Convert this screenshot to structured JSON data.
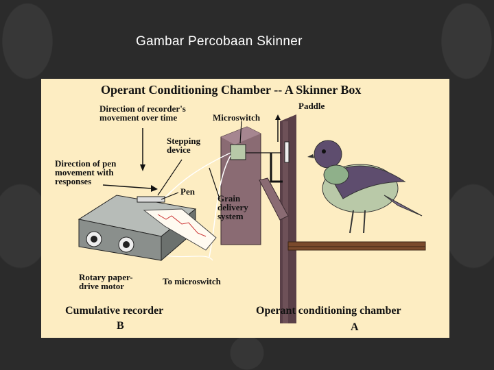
{
  "slide": {
    "title": "Gambar Percobaan Skinner"
  },
  "diagram": {
    "heading": "Operant Conditioning Chamber -- A Skinner Box",
    "labels": {
      "recorder_direction": "Direction of recorder's\nmovement over time",
      "microswitch": "Microswitch",
      "paddle": "Paddle",
      "stepping_device": "Stepping\ndevice",
      "pen_direction": "Direction of pen\nmovement with\nresponses",
      "pen": "Pen",
      "grain_delivery": "Grain\ndelivery\nsystem",
      "rotary_motor": "Rotary paper-\ndrive motor",
      "to_microswitch": "To microswitch",
      "cumulative_recorder": "Cumulative recorder",
      "recorder_letter": "B",
      "chamber": "Operant conditioning chamber",
      "chamber_letter": "A"
    },
    "colors": {
      "background": "#fdedc2",
      "wall": "#8a6b73",
      "floor": "#7a4a2c",
      "bird_back": "#5e4d6e",
      "bird_belly": "#b9c9a8",
      "recorder": "#8a8f8c"
    }
  }
}
